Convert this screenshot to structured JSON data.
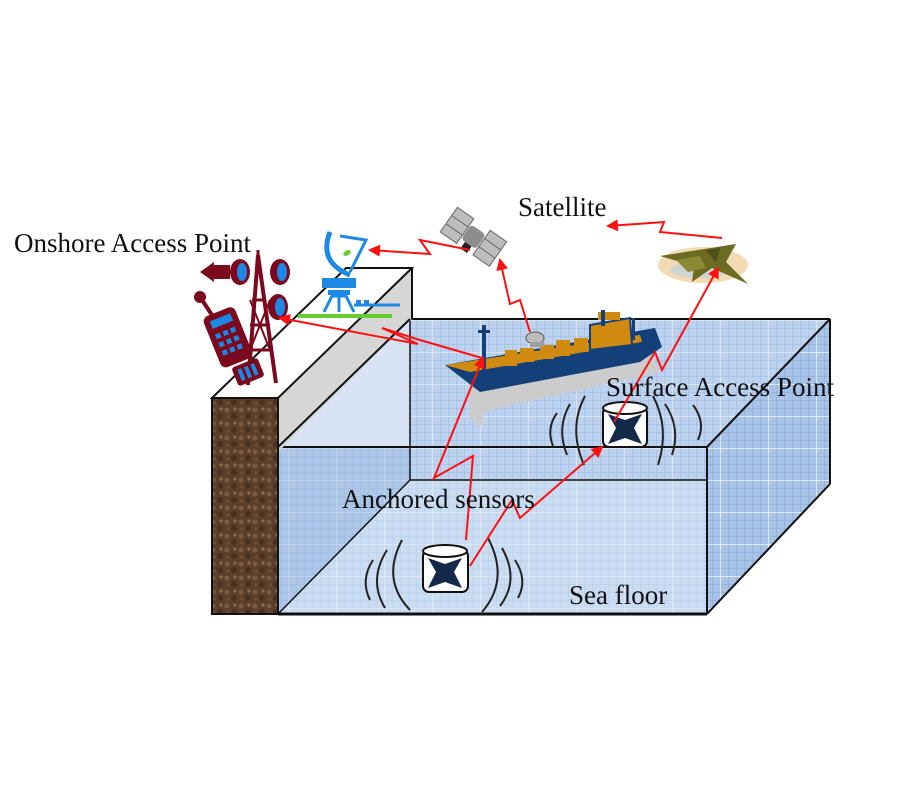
{
  "diagram": {
    "type": "underwater-acoustic-sensor-network",
    "labels": {
      "onshore": "Onshore Access Point",
      "satellite": "Satellite",
      "surface": "Surface Access Point",
      "anchored": "Anchored sensors",
      "seafloor": "Sea floor"
    },
    "nodes": [
      {
        "id": "onshore-tower",
        "icon": "radio-tower-icon"
      },
      {
        "id": "phone",
        "icon": "mobile-phone-icon"
      },
      {
        "id": "dish",
        "icon": "satellite-dish-icon"
      },
      {
        "id": "satellite",
        "icon": "satellite-icon"
      },
      {
        "id": "aircraft",
        "icon": "fighter-jet-icon"
      },
      {
        "id": "ship",
        "icon": "cargo-ship-icon"
      },
      {
        "id": "surface-sensor",
        "icon": "sensor-buoy-icon"
      },
      {
        "id": "anchored-sensor",
        "icon": "sensor-node-icon"
      }
    ],
    "links": [
      {
        "from": "satellite",
        "to": "dish"
      },
      {
        "from": "ship",
        "to": "satellite"
      },
      {
        "from": "ship",
        "to": "onshore-tower"
      },
      {
        "from": "aircraft",
        "to": "satellite"
      },
      {
        "from": "surface-sensor",
        "to": "aircraft"
      },
      {
        "from": "anchored-sensor",
        "to": "ship"
      },
      {
        "from": "anchored-sensor",
        "to": "surface-sensor"
      }
    ],
    "colors": {
      "link": "#ff1010",
      "water": "#b9cfec",
      "water_dark": "#8fb0dc",
      "cliff_side": "#d4d4d4",
      "earth": "#5a3e2b",
      "tower": "#7b0a1e",
      "tower_accent": "#1e88e5",
      "dish": "#1e88e5",
      "dish_base": "#66cc33",
      "ship_hull": "#14407a",
      "ship_cargo": "#d18a10",
      "sensor_dark": "#12294a"
    }
  }
}
